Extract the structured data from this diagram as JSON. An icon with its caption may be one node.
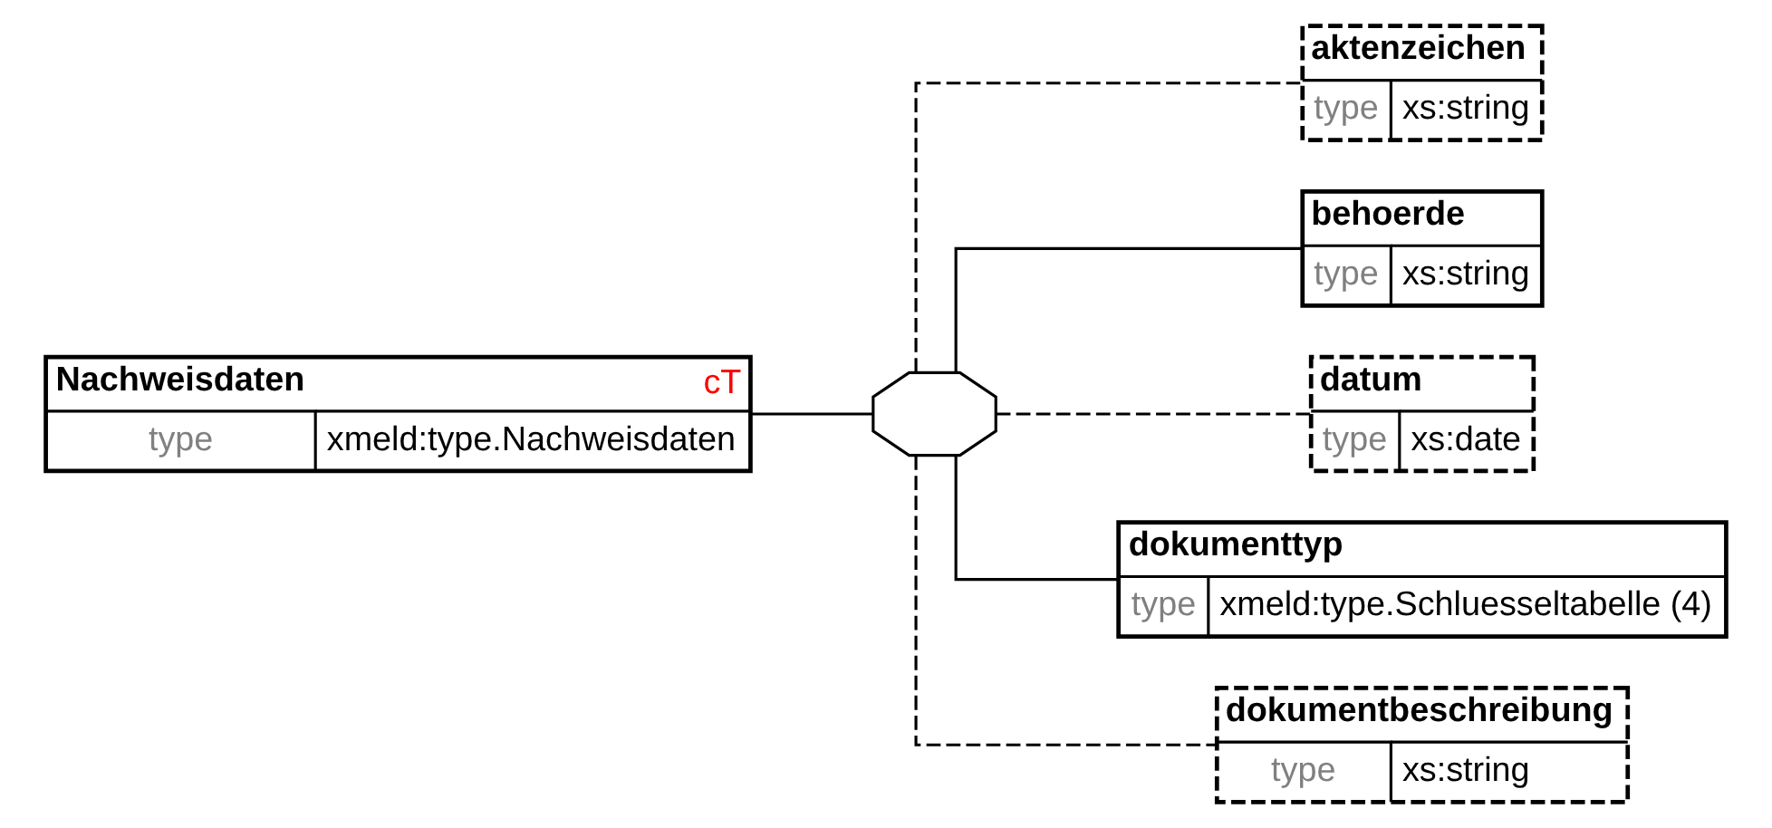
{
  "diagram": {
    "nodes": [
      {
        "text": [
          "Nachweisdaten",
          "cT",
          "type",
          "xmeld:type.Nachweisdaten"
        ]
      },
      {
        "text": [],
        "shape": "octagon"
      },
      {
        "text": [
          "aktenzeichen",
          "type",
          "xs:string"
        ]
      },
      {
        "text": [
          "behoerde",
          "type",
          "xs:string"
        ]
      },
      {
        "text": [
          "datum",
          "type",
          "xs:date"
        ]
      },
      {
        "text": [
          "dokumenttyp",
          "type",
          "xmeld:type.Schluesseltabelle (4)"
        ]
      },
      {
        "text": [
          "dokumentbeschreibung",
          "type",
          "xs:string"
        ]
      }
    ],
    "edges": [
      {
        "from": 0,
        "to": 1,
        "arrow": "none"
      },
      {
        "from": 1,
        "to": 2,
        "arrow": "none",
        "style": "dashed"
      },
      {
        "from": 1,
        "to": 3,
        "arrow": "none"
      },
      {
        "from": 1,
        "to": 4,
        "arrow": "none",
        "style": "dashed"
      },
      {
        "from": 1,
        "to": 5,
        "arrow": "none"
      },
      {
        "from": 1,
        "to": 6,
        "arrow": "none",
        "style": "dashed"
      }
    ]
  }
}
